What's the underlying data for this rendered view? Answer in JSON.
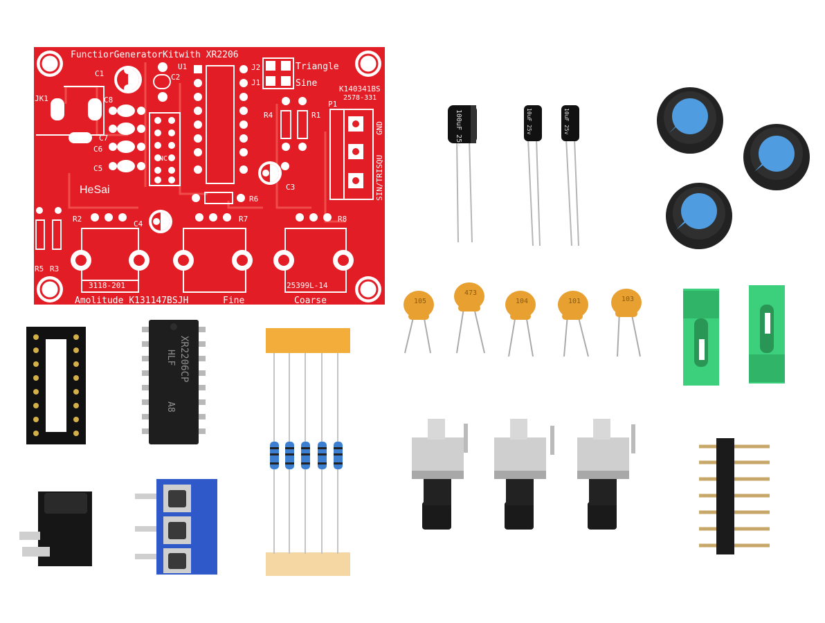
{
  "pcb": {
    "title": "FunctiorGeneratorKitwith XR2206",
    "brand": "HeSai",
    "code1": "K140341BS",
    "code2": "2578-331",
    "bottom_text": "Amolitude K131147BSJH",
    "fine": "Fine",
    "coarse": "Coarse",
    "pot1_code": "3118-201",
    "pot3_code": "25399L-14",
    "triangle": "Triangle",
    "sine": "Sine",
    "gnd": "GND",
    "sin_trisqu": "SIN/TRISQU",
    "labels": {
      "jk1": "JK1",
      "c1": "C1",
      "c2": "C2",
      "u1": "U1",
      "c8": "C8",
      "c7": "C7",
      "c6": "C6",
      "c5": "C5",
      "nc": "NC",
      "j2": "J2",
      "j1": "J1",
      "r4": "R4",
      "r1": "R1",
      "p1": "P1",
      "c3": "C3",
      "r6": "R6",
      "r2": "R2",
      "c4": "C4",
      "r7": "R7",
      "r8": "R8",
      "r5": "R5",
      "r3": "R3"
    }
  },
  "components": {
    "ic_marking_1": "XR2206CP",
    "ic_marking_2": "HLF",
    "ic_marking_3": "A8",
    "cap_big": "100uF 25v",
    "cap_small_1": "10uF 25v",
    "cap_small_2": "10uF 25v",
    "ceramic_labels": [
      "105",
      "473",
      "104",
      "101",
      "103"
    ]
  },
  "colors": {
    "pcb_red": "#e31d25",
    "knob_blue": "#4f9de0",
    "ceramic_orange": "#e8a030",
    "jumper_green": "#3cd07c",
    "terminal_blue": "#2f58c8"
  }
}
